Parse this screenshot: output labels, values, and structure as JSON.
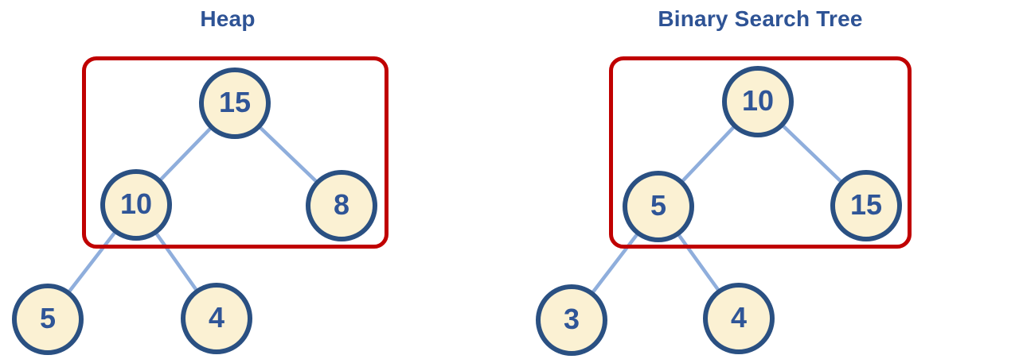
{
  "diagram": {
    "heap": {
      "title": "Heap",
      "nodes": [
        {
          "role": "root",
          "value": "15"
        },
        {
          "role": "left-child",
          "value": "10"
        },
        {
          "role": "right-child",
          "value": "8"
        },
        {
          "role": "left-left-grandchild",
          "value": "5"
        },
        {
          "role": "left-right-grandchild",
          "value": "4"
        }
      ],
      "edges": [
        [
          0,
          1
        ],
        [
          0,
          2
        ],
        [
          1,
          3
        ],
        [
          1,
          4
        ]
      ],
      "highlight": "red rounded box around top two levels (15, 10, 8)"
    },
    "bst": {
      "title": "Binary Search Tree",
      "nodes": [
        {
          "role": "root",
          "value": "10"
        },
        {
          "role": "left-child",
          "value": "5"
        },
        {
          "role": "right-child",
          "value": "15"
        },
        {
          "role": "left-left-grandchild",
          "value": "3"
        },
        {
          "role": "left-right-grandchild",
          "value": "4"
        }
      ],
      "edges": [
        [
          0,
          1
        ],
        [
          0,
          2
        ],
        [
          1,
          3
        ],
        [
          1,
          4
        ]
      ],
      "highlight": "red rounded box around top two levels (10, 5, 15)"
    },
    "colors": {
      "node_fill": "#FBF1D3",
      "node_border": "#2A5082",
      "node_text": "#2F5597",
      "edge_line": "#8FAEDC",
      "highlight_box": "#C00000",
      "title_text": "#2E5395",
      "background": "#FFFFFF"
    }
  }
}
